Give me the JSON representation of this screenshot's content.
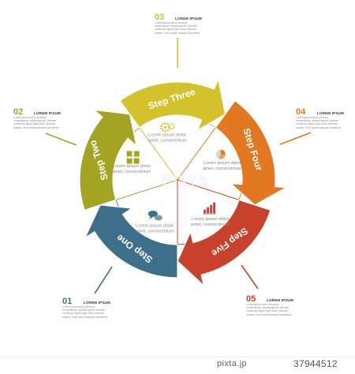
{
  "steps": [
    {
      "label": "Step One",
      "number": "01",
      "color": "#3d6e8a",
      "icon": "speech-bubbles-icon",
      "text": "Lorem ipsum dolor amet, consectetuer"
    },
    {
      "label": "Step Two",
      "number": "02",
      "color": "#a4a424",
      "icon": "puzzle-icon",
      "text": "Lorem ipsum dolor amet, consectetuer"
    },
    {
      "label": "Step Three",
      "number": "03",
      "color": "#d4c22c",
      "icon": "gears-icon",
      "text": "Lorem ipsum dolor amet, consectetuer"
    },
    {
      "label": "Step Four",
      "number": "04",
      "color": "#e2781f",
      "icon": "pie-chart-icon",
      "text": "Lorem ipsum dolor amet, consectetuer"
    },
    {
      "label": "Step Five",
      "number": "05",
      "color": "#c8412b",
      "icon": "bar-chart-icon",
      "text": "Lorem ipsum dolor amet, consectetuer"
    }
  ],
  "callouts": {
    "title": "LOREM IPSUM",
    "body": "Lorem ipsum dolor sit amet, consectetuer adipiscing elit. Aenean commodo ligula eget dolor. Aenean massa. Cum sociis natoque penatibus et magnis dis parturient montes."
  },
  "watermark": "PIXTA",
  "footer": {
    "source": "pixta.jp",
    "id": "37944512"
  }
}
